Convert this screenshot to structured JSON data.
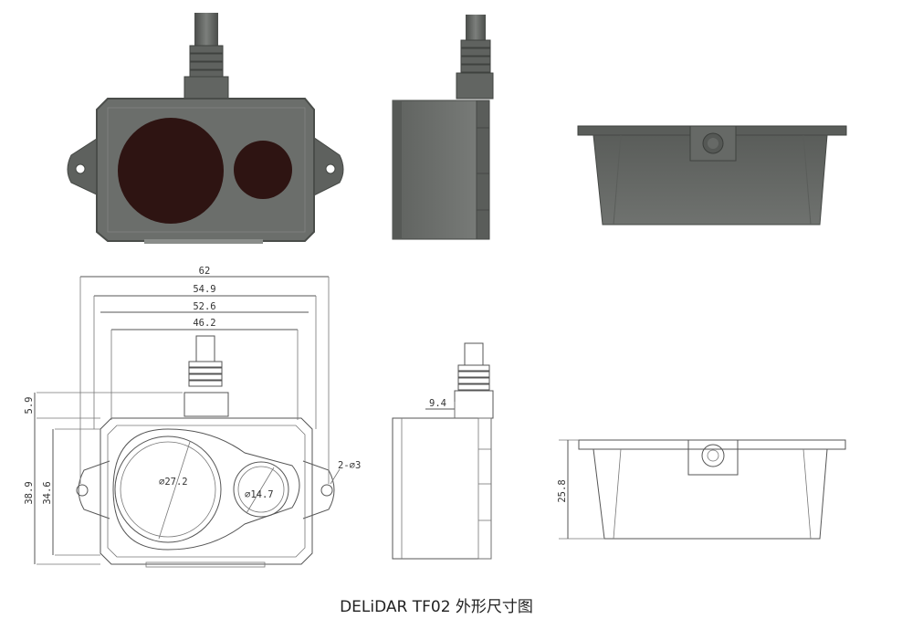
{
  "drawing": {
    "caption": "DELiDAR TF02 外形尺寸图",
    "dimensions": {
      "overall_width": "62",
      "hole_spacing": "54.9",
      "body_width_outer": "52.6",
      "body_width_inner": "46.2",
      "cable_offset": "5.9",
      "total_height": "38.9",
      "body_height": "34.6",
      "large_lens_diameter": "⌀27.2",
      "small_lens_diameter": "⌀14.7",
      "mount_holes": "2-⌀3",
      "side_cable_offset": "9.4",
      "depth": "25.8"
    }
  },
  "colors": {
    "housing": "#6b6e6b",
    "housing_dark": "#4e514f",
    "lens": "#2e1412",
    "line": "#555555"
  }
}
